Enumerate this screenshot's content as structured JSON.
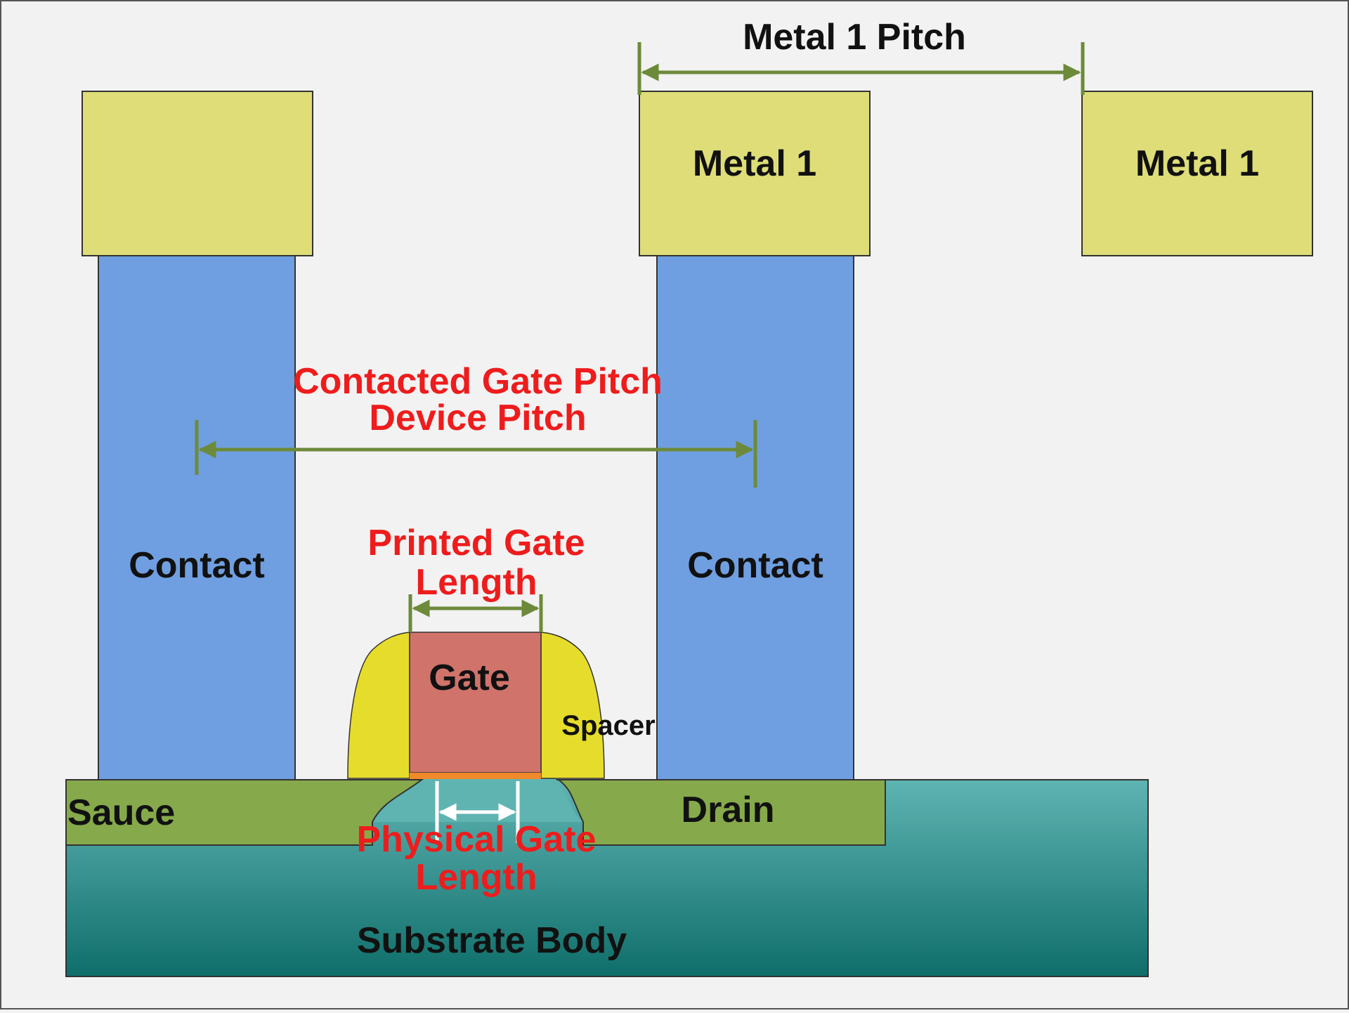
{
  "labels": {
    "metal1_pitch": "Metal 1 Pitch",
    "metal1_a": "Metal 1",
    "metal1_b": "Metal 1",
    "contact_left": "Contact",
    "contact_right": "Contact",
    "contacted_gate_pitch": "Contacted Gate Pitch",
    "device_pitch": "Device Pitch",
    "printed_gate_length_1": "Printed Gate",
    "printed_gate_length_2": "Length",
    "gate": "Gate",
    "spacer": "Spacer",
    "source": "Sauce",
    "drain": "Drain",
    "physical_gate_length_1": "Physical Gate",
    "physical_gate_length_2": "Length",
    "substrate": "Substrate Body"
  },
  "colors": {
    "background": "#f2f2f2",
    "metal": "#dedd78",
    "contact": "#6f9fe0",
    "gate": "#d0736b",
    "spacer": "#e6dc2c",
    "source_drain": "#86a94b",
    "substrate_top": "#5fb4b2",
    "substrate_bottom": "#0f6e6a",
    "dimension_line": "#6c8a3a",
    "red_label": "#ee1c1c",
    "dark_label": "#111111"
  }
}
